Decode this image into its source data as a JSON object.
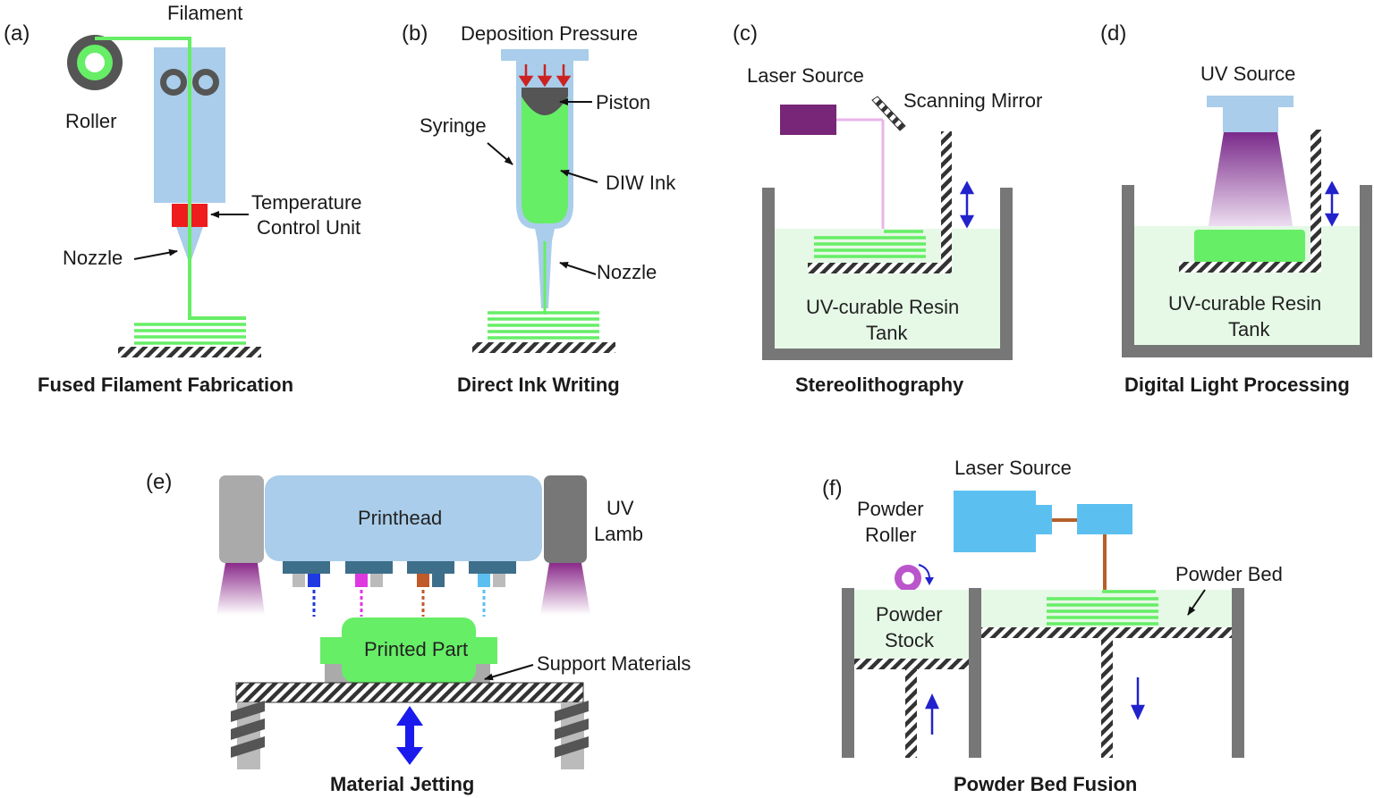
{
  "panels": {
    "a": {
      "letter": "(a)",
      "caption": "Fused Filament Fabrication",
      "labels": {
        "filament": "Filament",
        "roller": "Roller",
        "temp_line1": "Temperature",
        "temp_line2": "Control Unit",
        "nozzle": "Nozzle"
      }
    },
    "b": {
      "letter": "(b)",
      "caption": "Direct Ink Writing",
      "labels": {
        "pressure": "Deposition Pressure",
        "piston": "Piston",
        "syringe": "Syringe",
        "ink": "DIW Ink",
        "nozzle": "Nozzle"
      }
    },
    "c": {
      "letter": "(c)",
      "caption": "Stereolithography",
      "labels": {
        "laser": "Laser Source",
        "mirror": "Scanning Mirror",
        "tank_line1": "UV-curable Resin",
        "tank_line2": "Tank"
      }
    },
    "d": {
      "letter": "(d)",
      "caption": "Digital Light Processing",
      "labels": {
        "uv": "UV Source",
        "tank_line1": "UV-curable Resin",
        "tank_line2": "Tank"
      }
    },
    "e": {
      "letter": "(e)",
      "caption": "Material Jetting",
      "labels": {
        "printhead": "Printhead",
        "uv_line1": "UV",
        "uv_line2": "Lamb",
        "part": "Printed Part",
        "support": "Support Materials"
      }
    },
    "f": {
      "letter": "(f)",
      "caption": "Powder Bed Fusion",
      "labels": {
        "laser": "Laser Source",
        "roller_line1": "Powder",
        "roller_line2": "Roller",
        "stock_line1": "Powder",
        "stock_line2": "Stock",
        "bed": "Powder Bed"
      }
    }
  },
  "colors": {
    "green": "#66ee66",
    "light_blue": "#a9cdea",
    "cyan": "#5bc0f0",
    "resin": "#e6f9e6",
    "wall": "#777777",
    "red": "#ee1c1c",
    "purple": "#782678",
    "arrow_blue": "#2222cc"
  }
}
